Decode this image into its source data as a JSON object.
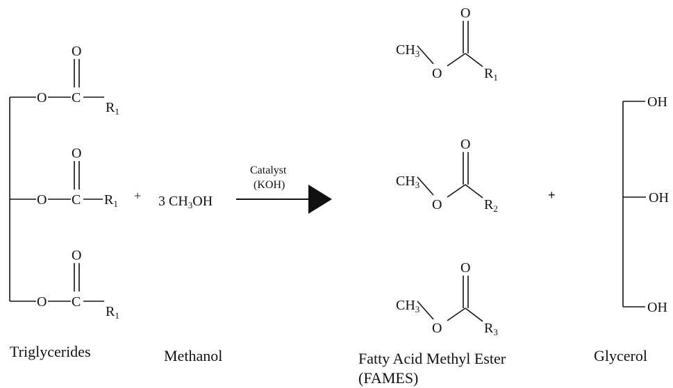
{
  "reactant": {
    "name": "Triglycerides",
    "oxygen": "O",
    "carbon": "C",
    "groups": [
      {
        "symbol": "R",
        "index": "1"
      },
      {
        "symbol": "R",
        "index": "1"
      },
      {
        "symbol": "R",
        "index": "1"
      }
    ]
  },
  "methanol": {
    "coefficient": "3 CH",
    "sub": "3",
    "tail": "OH",
    "name": "Methanol"
  },
  "plus_symbol": "+",
  "arrow": {
    "catalyst_line1": "Catalyst",
    "catalyst_line2": "(KOH)"
  },
  "esters": {
    "name_line1": "Fatty Acid Methyl Ester",
    "name_line2": "(FAMES)",
    "methyl": "CH",
    "methyl_sub": "3",
    "oxygen": "O",
    "groups": [
      {
        "symbol": "R",
        "index": "1"
      },
      {
        "symbol": "R",
        "index": "2"
      },
      {
        "symbol": "R",
        "index": "3"
      }
    ]
  },
  "glycerol": {
    "name": "Glycerol",
    "hydroxyls": [
      "OH",
      "OH",
      "OH"
    ]
  }
}
